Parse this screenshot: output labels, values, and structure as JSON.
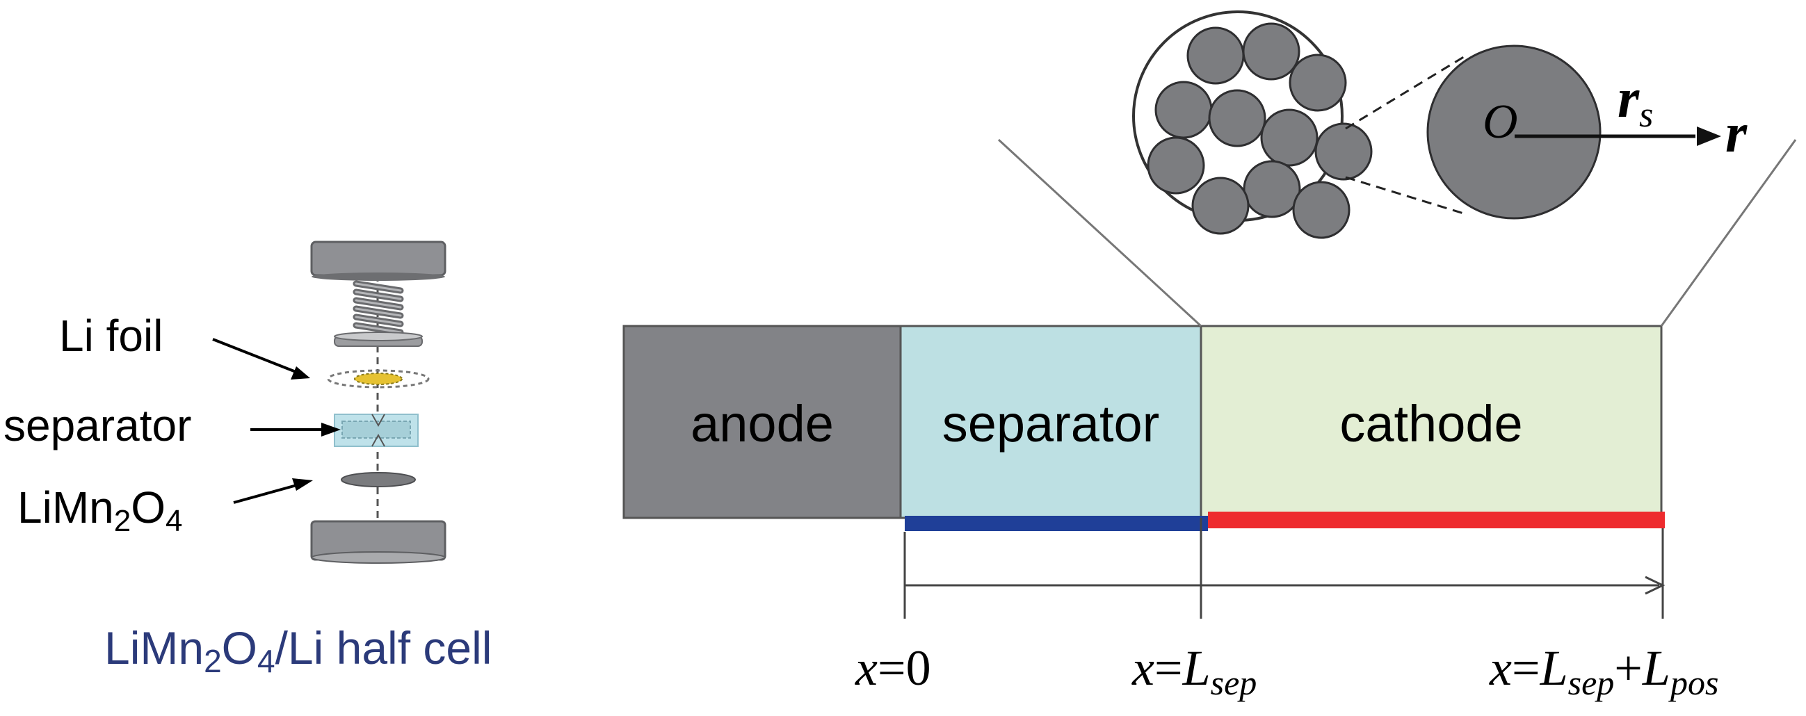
{
  "left_panel": {
    "label_li_foil": "Li foil",
    "label_separator": "separator",
    "label_cathode_base": "LiMn",
    "label_cathode_sub1": "2",
    "label_cathode_mid": "O",
    "label_cathode_sub2": "4",
    "caption_base": "LiMn",
    "caption_sub1": "2",
    "caption_mid": "O",
    "caption_sub2": "4",
    "caption_rest": "/Li half cell"
  },
  "regions": {
    "anode": "anode",
    "separator": "separator",
    "cathode": "cathode"
  },
  "axis_labels": {
    "x0_var": "x",
    "x0_rest": "=0",
    "xsep_var": "x",
    "xsep_eq": "=",
    "xsep_L": "L",
    "xsep_sub": "sep",
    "xend_var": "x",
    "xend_eq": "=",
    "xend_L1": "L",
    "xend_sub1": "sep",
    "xend_plus": "+",
    "xend_L2": "L",
    "xend_sub2": "pos"
  },
  "particle": {
    "origin": "O",
    "radius_symbol": "r",
    "radius_sub": "s",
    "coord_symbol": "r"
  },
  "colors": {
    "anode": "#828387",
    "separator": "#bde0e3",
    "cathode": "#e3eed4",
    "separator_bar": "#1f3f98",
    "cathode_bar": "#ee2b2e",
    "particle": "#7c7d80",
    "caption": "#2b3a7a"
  }
}
